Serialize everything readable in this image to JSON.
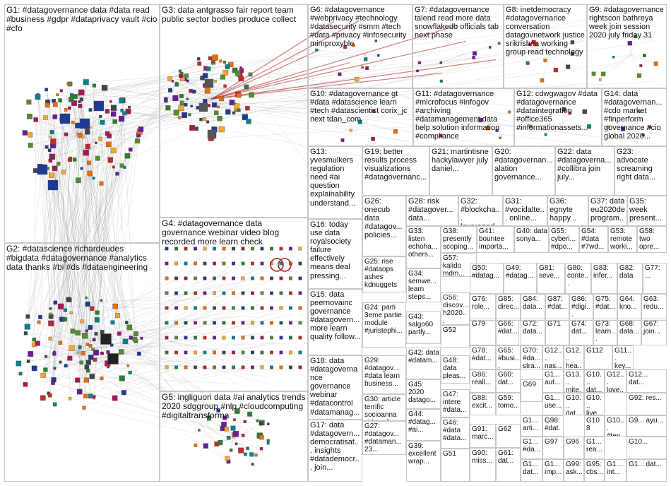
{
  "groups": [
    {
      "id": "G1",
      "label": "G1: #datagovernance data #data read #business #gdpr #dataprivacy vault #cio #cfo"
    },
    {
      "id": "G2",
      "label": "G2: #datascience richardeudes #bigdata #datagovernance #analytics data thanks #bi #ds #dataengineering"
    },
    {
      "id": "G3",
      "label": "G3: data antgrasso fair report team public sector bodies produce collect"
    },
    {
      "id": "G4",
      "label": "G4: #datagovernance data governance webinar video blog recorded more learn check"
    },
    {
      "id": "G5",
      "label": "G5: ingliguori data #ai analytics trends 2020 sdggroup #nlp #cloudcomputing #digitaltransforma"
    },
    {
      "id": "G6",
      "label": "G6: #datagovernance #webprivacy #technology #datasecurity #smm #tech #data #privacy #infosecurity mimproxyble"
    },
    {
      "id": "G7",
      "label": "G7: #datagovernance talend read more data snowflakedb officials tab next phase"
    },
    {
      "id": "G8",
      "label": "G8: inetdemocracy #datagovernance conversation datagovnetwork justice srikrishna working group read technology"
    },
    {
      "id": "G9",
      "label": "G9: #datagovernance rightscon bathreya week join session 2020 july friday 31"
    },
    {
      "id": "G10",
      "label": "G10: #datagovernance gt #data #datascience learn #tech #datascientist corix_jc next tdan_com"
    },
    {
      "id": "G11",
      "label": "G11: #datagovernance #microfocus #infogov #archiving #datamanagement data help solution information #compliance"
    },
    {
      "id": "G12",
      "label": "G12: cdwgwagov #data #datagovernance #dataintegration #office365 #informationassets..."
    },
    {
      "id": "G14",
      "label": "G14: data #datagovernan... #cdo market #finperform governance #cio global 2020..."
    },
    {
      "id": "G13",
      "label": "G13: yvesmulkers regulation need #ai question explainability understand..."
    },
    {
      "id": "G19",
      "label": "G19: better results process visualizations #datagovernanc..."
    },
    {
      "id": "G21",
      "label": "G21: martintisne hackylawyer july daniel..."
    },
    {
      "id": "G20",
      "label": "G20: #datagovernan... alation governance..."
    },
    {
      "id": "G22",
      "label": "G22: data #datagoverna... #collibra join july..."
    },
    {
      "id": "G23",
      "label": "G23: advocate screaming right data..."
    },
    {
      "id": "G26",
      "label": "G26: onecub data #datagov... policies..."
    },
    {
      "id": "G28",
      "label": "G28: risk #datagover... data..."
    },
    {
      "id": "G32",
      "label": "G32: #blockcha... leveraged..."
    },
    {
      "id": "G31",
      "label": "G31: #vocidalte... online..."
    },
    {
      "id": "G36",
      "label": "G36: egnyte happy..."
    },
    {
      "id": "G37",
      "label": "G37: data eu2020de program..."
    },
    {
      "id": "G35",
      "label": "G35: week present..."
    },
    {
      "id": "G16",
      "label": "G16: today use data royalsociety failure effectively means deal pressing..."
    },
    {
      "id": "G33",
      "label": "G33: listen echoha... others..."
    },
    {
      "id": "G38",
      "label": "G38: presently scoping..."
    },
    {
      "id": "G41",
      "label": "G41: bountee importa..."
    },
    {
      "id": "G40",
      "label": "G40: data sonya..."
    },
    {
      "id": "G55",
      "label": "G55: cyberi... #dpo..."
    },
    {
      "id": "G54",
      "label": "G54: #data #7wd..."
    },
    {
      "id": "G53",
      "label": "G53: remote worki..."
    },
    {
      "id": "G58",
      "label": "G58: two opre..."
    },
    {
      "id": "G25",
      "label": "G25: rise #dataops ashes kdnuggets"
    },
    {
      "id": "G57",
      "label": "G57: kalido mdm..."
    },
    {
      "id": "G50",
      "label": "G50: #datag..."
    },
    {
      "id": "G49",
      "label": "G49: #datag..."
    },
    {
      "id": "G81",
      "label": "G81: seve..."
    },
    {
      "id": "G80",
      "label": "G80: conte..."
    },
    {
      "id": "G83",
      "label": "G83: infer..."
    },
    {
      "id": "G82",
      "label": "G82: data"
    },
    {
      "id": "G77",
      "label": "G77: ..."
    },
    {
      "id": "G34",
      "label": "G34: semwe... learn steps..."
    },
    {
      "id": "G76",
      "label": "G76: role..."
    },
    {
      "id": "G85",
      "label": "G85: direc..."
    },
    {
      "id": "G84",
      "label": "G84: data..."
    },
    {
      "id": "G87",
      "label": "G87: #dat..."
    },
    {
      "id": "G86",
      "label": "G86: #digi..."
    },
    {
      "id": "G75",
      "label": "G75: #dat..."
    },
    {
      "id": "G64",
      "label": "G64: kno..."
    },
    {
      "id": "G63",
      "label": "G63: redu..."
    },
    {
      "id": "G15",
      "label": "G15: data peernovainc governance #datagovern... more learn quality follow..."
    },
    {
      "id": "G24",
      "label": "G24: parti 3eme partie module #juristephi..."
    },
    {
      "id": "G56",
      "label": "G56: discov... h2020..."
    },
    {
      "id": "G79",
      "label": "G79"
    },
    {
      "id": "G66",
      "label": "G66: #dat..."
    },
    {
      "id": "G72",
      "label": "G72: data..."
    },
    {
      "id": "G71",
      "label": "G71"
    },
    {
      "id": "G74",
      "label": "G74: dat..."
    },
    {
      "id": "G73",
      "label": "G73: learn..."
    },
    {
      "id": "G68",
      "label": "G68: data..."
    },
    {
      "id": "G67",
      "label": "G67: join..."
    },
    {
      "id": "G43",
      "label": "G43: salgo60 partly..."
    },
    {
      "id": "G52",
      "label": "G52"
    },
    {
      "id": "G78",
      "label": "G78: #dat..."
    },
    {
      "id": "G65",
      "label": "G65: #busi..."
    },
    {
      "id": "G70",
      "label": "G70: #da... stra..."
    },
    {
      "id": "G12b",
      "label": "G12... nas..."
    },
    {
      "id": "G12c",
      "label": "G12... hea..."
    },
    {
      "id": "G112",
      "label": "G112"
    },
    {
      "id": "G11b",
      "label": "G11... key..."
    },
    {
      "id": "G18",
      "label": "G18: data #datagovernance governance webinar #datacontrol #datamanag..."
    },
    {
      "id": "G29",
      "label": "G29: #datagov... #data learn business..."
    },
    {
      "id": "G42",
      "label": "G42: data #datam..."
    },
    {
      "id": "G48",
      "label": "G48: data pleas..."
    },
    {
      "id": "G86b",
      "label": "G86: reall..."
    },
    {
      "id": "G60",
      "label": "G60: dat..."
    },
    {
      "id": "G1b",
      "label": "G1... aut..."
    },
    {
      "id": "G13b",
      "label": "G13... mite..."
    },
    {
      "id": "G10b",
      "label": "G10... dat..."
    },
    {
      "id": "G12d",
      "label": "G12... love..."
    },
    {
      "id": "G12e",
      "label": "G12... dat..."
    },
    {
      "id": "G30",
      "label": "G30: article terrific socioanna sidewalk..."
    },
    {
      "id": "G45",
      "label": "G45: 2020 datago..."
    },
    {
      "id": "G47",
      "label": "G47: intere #data..."
    },
    {
      "id": "G88",
      "label": "G88: excit..."
    },
    {
      "id": "G59",
      "label": "G59: tomo..."
    },
    {
      "id": "G69",
      "label": "G69"
    },
    {
      "id": "G1c",
      "label": "G1... use..."
    },
    {
      "id": "G10c",
      "label": "G10... dat..."
    },
    {
      "id": "G10d",
      "label": "G10... live..."
    },
    {
      "id": "G92",
      "label": "G92: res..."
    },
    {
      "id": "G1d",
      "label": "G1... arti..."
    },
    {
      "id": "G98",
      "label": "G98: #dat..."
    },
    {
      "id": "G108",
      "label": "G108"
    },
    {
      "id": "G10e",
      "label": "G10... #ten..."
    },
    {
      "id": "G9b",
      "label": "G9... ayu..."
    },
    {
      "id": "G17",
      "label": "G17: data #datagovern... democratisat... insights #datademocr... join..."
    },
    {
      "id": "G27",
      "label": "G27: #datagov... #dataman... 23..."
    },
    {
      "id": "G44",
      "label": "G44: #datag... #ai..."
    },
    {
      "id": "G46",
      "label": "G46: #data #data..."
    },
    {
      "id": "G91",
      "label": "G91: marc..."
    },
    {
      "id": "G62",
      "label": "G62"
    },
    {
      "id": "G1e",
      "label": "G1... #da..."
    },
    {
      "id": "G97",
      "label": "G97"
    },
    {
      "id": "G96",
      "label": "G96"
    },
    {
      "id": "G1f",
      "label": "G1... rea..."
    },
    {
      "id": "G10f",
      "label": "G10..."
    },
    {
      "id": "G39",
      "label": "G39: excellent wrap..."
    },
    {
      "id": "G51",
      "label": "G51"
    },
    {
      "id": "G90",
      "label": "G90: miss..."
    },
    {
      "id": "G61",
      "label": "G61: dat..."
    },
    {
      "id": "G1g",
      "label": "G1... dat..."
    },
    {
      "id": "G1h",
      "label": "G1... imp..."
    },
    {
      "id": "G99",
      "label": "G99: ask..."
    },
    {
      "id": "G95",
      "label": "G95: cbs..."
    },
    {
      "id": "G1i",
      "label": "G1... int..."
    },
    {
      "id": "G1j",
      "label": "G1... dat..."
    }
  ],
  "colors": {
    "edge": "#7f7f7f",
    "edge_red": "#b22222",
    "cell_border": "#c8c8c8",
    "label_text": "#111111",
    "node_palette": [
      "#1f3a93",
      "#2e7d32",
      "#c62828",
      "#6a1b9a",
      "#f9a825",
      "#00838f",
      "#ef6c00",
      "#37474f",
      "#ad1457",
      "#558b2f"
    ]
  }
}
